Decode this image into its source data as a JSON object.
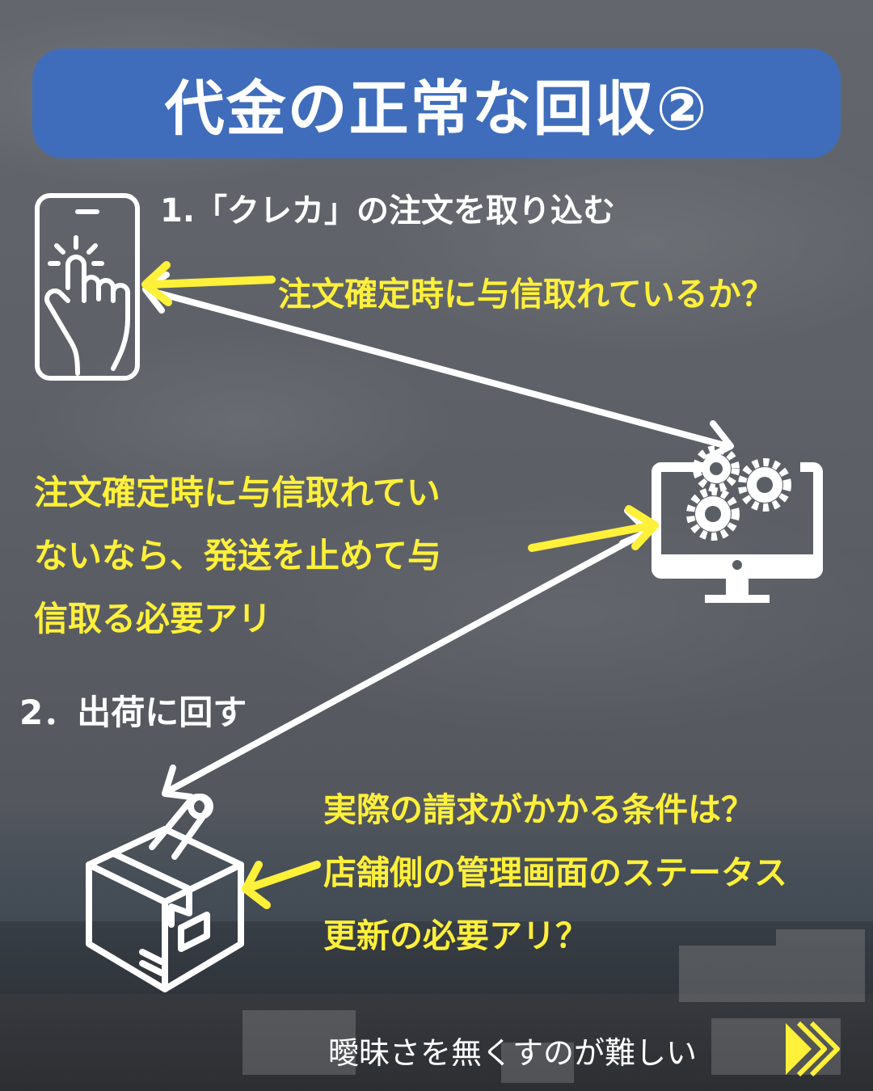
{
  "title": "代金の正常な回収②",
  "step1": "1.「クレカ」の注文を取り込む",
  "note_top": "注文確定時に与信取れているか？",
  "note_mid": [
    "注文確定時に与信取れてい",
    "ないなら、発送を止めて与",
    "信取る必要アリ"
  ],
  "step2": "2．出荷に回す",
  "note_bottom": [
    "実際の請求がかかる条件は？",
    "店舗側の管理画面のステータス",
    "更新の必要アリ？"
  ],
  "footer": "曖昧さを無くすのが難しい",
  "icons": [
    "smartphone-tap-icon",
    "computer-gears-icon",
    "package-box-icon",
    "next-arrows-icon"
  ],
  "colors": {
    "title_bg": "#3f6dbb",
    "accent_yellow": "#fff03a",
    "white": "#ffffff"
  }
}
